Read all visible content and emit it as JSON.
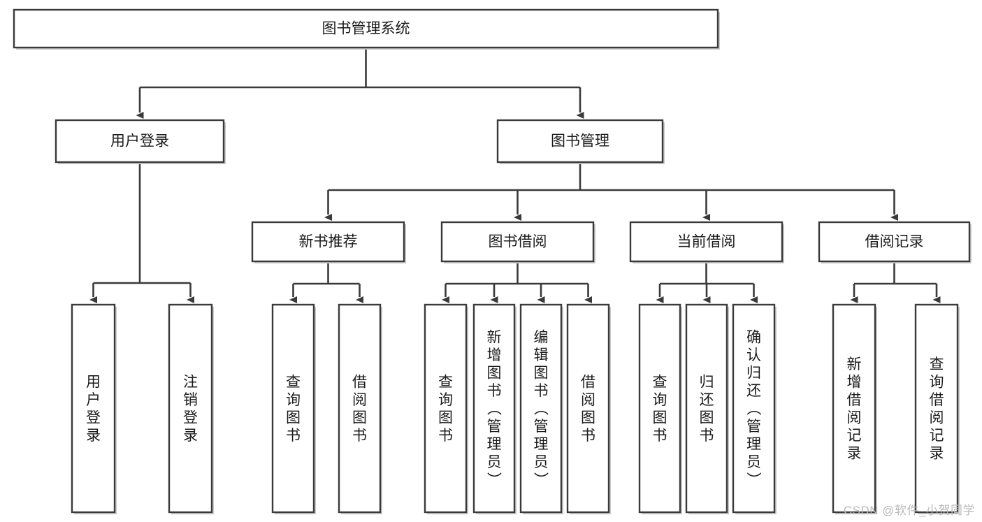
{
  "diagram": {
    "title": "图书管理系统",
    "type": "tree-hierarchy-chart",
    "orientation": "top-down",
    "colors": {
      "box_border": "#3a3a3a",
      "box_fill": "#ffffff",
      "edge": "#3a3a3a",
      "text": "#1b1b1b",
      "watermark": "#b9b9b9",
      "background": "#ffffff"
    },
    "levels": {
      "level1_label": "图书管理系统",
      "level2_labels": [
        "用户登录",
        "图书管理"
      ],
      "level3_labels": [
        "新书推荐",
        "图书借阅",
        "当前借阅",
        "借阅记录"
      ]
    },
    "nodes": {
      "root": {
        "id": "root",
        "label": "图书管理系统",
        "level": 1,
        "orientation": "horizontal"
      },
      "user_login": {
        "id": "user_login",
        "label": "用户登录",
        "level": 2,
        "orientation": "horizontal"
      },
      "book_manage": {
        "id": "book_manage",
        "label": "图书管理",
        "level": 2,
        "orientation": "horizontal"
      },
      "new_book_rec": {
        "id": "new_book_rec",
        "label": "新书推荐",
        "level": 3,
        "orientation": "horizontal"
      },
      "book_borrow": {
        "id": "book_borrow",
        "label": "图书借阅",
        "level": 3,
        "orientation": "horizontal"
      },
      "current_borrow": {
        "id": "current_borrow",
        "label": "当前借阅",
        "level": 3,
        "orientation": "horizontal"
      },
      "borrow_record": {
        "id": "borrow_record",
        "label": "借阅记录",
        "level": 3,
        "orientation": "horizontal"
      },
      "leaf_user_login": {
        "id": "leaf_user_login",
        "label": "用户登录",
        "level": 3,
        "orientation": "vertical"
      },
      "leaf_logout": {
        "id": "leaf_logout",
        "label": "注销登录",
        "level": 3,
        "orientation": "vertical"
      },
      "leaf_query_book_1": {
        "id": "leaf_query_book_1",
        "label": "查询图书",
        "level": 4,
        "orientation": "vertical"
      },
      "leaf_borrow_book_1": {
        "id": "leaf_borrow_book_1",
        "label": "借阅图书",
        "level": 4,
        "orientation": "vertical"
      },
      "leaf_query_book_2": {
        "id": "leaf_query_book_2",
        "label": "查询图书",
        "level": 4,
        "orientation": "vertical"
      },
      "leaf_add_book": {
        "id": "leaf_add_book",
        "label": "新增图书（管理员）",
        "level": 4,
        "orientation": "vertical"
      },
      "leaf_edit_book": {
        "id": "leaf_edit_book",
        "label": "编辑图书（管理员）",
        "level": 4,
        "orientation": "vertical"
      },
      "leaf_borrow_book_2": {
        "id": "leaf_borrow_book_2",
        "label": "借阅图书",
        "level": 4,
        "orientation": "vertical"
      },
      "leaf_query_book_3": {
        "id": "leaf_query_book_3",
        "label": "查询图书",
        "level": 4,
        "orientation": "vertical"
      },
      "leaf_return_book": {
        "id": "leaf_return_book",
        "label": "归还图书",
        "level": 4,
        "orientation": "vertical"
      },
      "leaf_confirm_return": {
        "id": "leaf_confirm_return",
        "label": "确认归还（管理员）",
        "level": 4,
        "orientation": "vertical"
      },
      "leaf_add_record": {
        "id": "leaf_add_record",
        "label": "新增借阅记录",
        "level": 4,
        "orientation": "vertical"
      },
      "leaf_query_record": {
        "id": "leaf_query_record",
        "label": "查询借阅记录",
        "level": 4,
        "orientation": "vertical"
      }
    },
    "edges": [
      {
        "from": "root",
        "to": "user_login"
      },
      {
        "from": "root",
        "to": "book_manage"
      },
      {
        "from": "user_login",
        "to": "leaf_user_login"
      },
      {
        "from": "user_login",
        "to": "leaf_logout"
      },
      {
        "from": "book_manage",
        "to": "new_book_rec"
      },
      {
        "from": "book_manage",
        "to": "book_borrow"
      },
      {
        "from": "book_manage",
        "to": "current_borrow"
      },
      {
        "from": "book_manage",
        "to": "borrow_record"
      },
      {
        "from": "new_book_rec",
        "to": "leaf_query_book_1"
      },
      {
        "from": "new_book_rec",
        "to": "leaf_borrow_book_1"
      },
      {
        "from": "book_borrow",
        "to": "leaf_query_book_2"
      },
      {
        "from": "book_borrow",
        "to": "leaf_add_book"
      },
      {
        "from": "book_borrow",
        "to": "leaf_edit_book"
      },
      {
        "from": "book_borrow",
        "to": "leaf_borrow_book_2"
      },
      {
        "from": "current_borrow",
        "to": "leaf_query_book_3"
      },
      {
        "from": "current_borrow",
        "to": "leaf_return_book"
      },
      {
        "from": "current_borrow",
        "to": "leaf_confirm_return"
      },
      {
        "from": "borrow_record",
        "to": "leaf_add_record"
      },
      {
        "from": "borrow_record",
        "to": "leaf_query_record"
      }
    ]
  },
  "watermark": {
    "text": "CSDN @软件_小贺同学"
  }
}
